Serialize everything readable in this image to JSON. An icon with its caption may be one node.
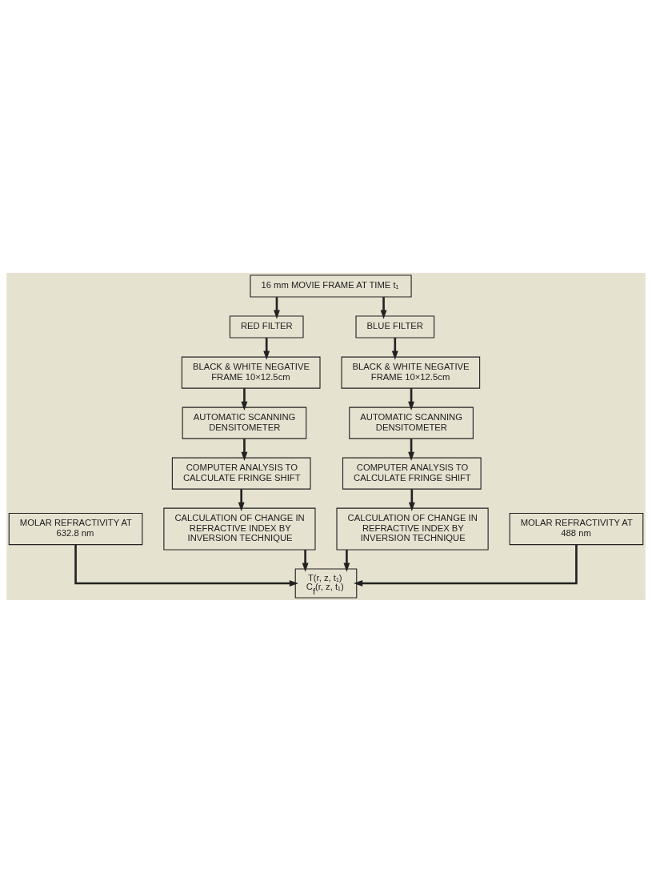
{
  "diagram": {
    "nodes": [
      {
        "text": [
          "16 mm MOVIE FRAME AT TIME t₁"
        ]
      },
      {
        "text": [
          "RED FILTER"
        ]
      },
      {
        "text": [
          "BLUE FILTER"
        ]
      },
      {
        "text": [
          "BLACK & WHITE NEGATIVE FRAME 10×12.5cm"
        ]
      },
      {
        "text": [
          "BLACK & WHITE NEGATIVE FRAME 10×12.5cm"
        ]
      },
      {
        "text": [
          "AUTOMATIC SCANNING DENSITOMETER"
        ]
      },
      {
        "text": [
          "AUTOMATIC SCANNING DENSITOMETER"
        ]
      },
      {
        "text": [
          "COMPUTER ANALYSIS TO CALCULATE FRINGE SHIFT"
        ]
      },
      {
        "text": [
          "COMPUTER ANALYSIS TO CALCULATE FRINGE SHIFT"
        ]
      },
      {
        "text": [
          "CALCULATION OF CHANGE IN REFRACTIVE INDEX BY INVERSION TECHNIQUE"
        ]
      },
      {
        "text": [
          "CALCULATION OF CHANGE IN REFRACTIVE INDEX BY INVERSION TECHNIQUE"
        ]
      },
      {
        "text": [
          "MOLAR REFRACTIVITY AT 632.8 nm"
        ]
      },
      {
        "text": [
          "MOLAR REFRACTIVITY AT 488 nm"
        ]
      },
      {
        "text": [
          "T(r, z, t₁)",
          "C$_{f}$(r, z, t₁)"
        ]
      }
    ],
    "edges": [
      {
        "from": 0,
        "to": 1,
        "arrow": "to"
      },
      {
        "from": 0,
        "to": 2,
        "arrow": "to"
      },
      {
        "from": 1,
        "to": 3,
        "arrow": "to"
      },
      {
        "from": 2,
        "to": 4,
        "arrow": "to"
      },
      {
        "from": 3,
        "to": 5,
        "arrow": "to"
      },
      {
        "from": 4,
        "to": 6,
        "arrow": "to"
      },
      {
        "from": 5,
        "to": 7,
        "arrow": "to"
      },
      {
        "from": 6,
        "to": 8,
        "arrow": "to"
      },
      {
        "from": 7,
        "to": 9,
        "arrow": "to"
      },
      {
        "from": 8,
        "to": 10,
        "arrow": "to"
      },
      {
        "from": 9,
        "to": 13,
        "arrow": "to"
      },
      {
        "from": 10,
        "to": 13,
        "arrow": "to"
      },
      {
        "from": 11,
        "to": 13,
        "arrow": "to"
      },
      {
        "from": 12,
        "to": 13,
        "arrow": "to"
      }
    ]
  }
}
